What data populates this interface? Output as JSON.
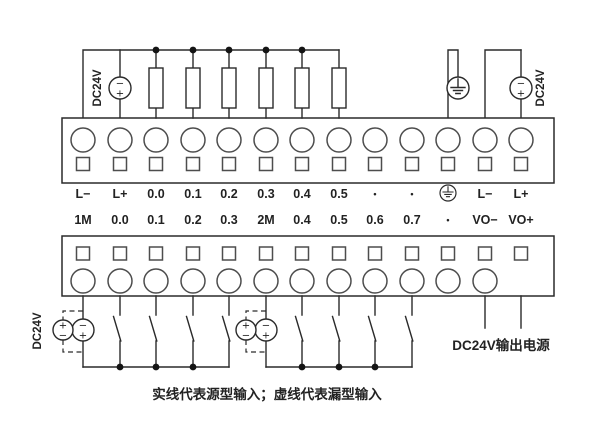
{
  "diagram": {
    "supplies": {
      "top_left_label": "DC24V",
      "top_right_label": "DC24V",
      "bottom_left_label": "DC24V",
      "output_label": "DC24V输出电源",
      "polarity": {
        "minus": "−",
        "plus": "+"
      }
    },
    "terminal_labels": {
      "row1": [
        "L−",
        "L+",
        "0.0",
        "0.1",
        "0.2",
        "0.3",
        "0.4",
        "0.5",
        "•",
        "•",
        "",
        "L−",
        "L+"
      ],
      "row2": [
        "1M",
        "0.0",
        "0.1",
        "0.2",
        "0.3",
        "2M",
        "0.4",
        "0.5",
        "0.6",
        "0.7",
        "•",
        "VO−",
        "VO+"
      ]
    },
    "caption": "实线代表源型输入；虚线代表漏型输入"
  }
}
